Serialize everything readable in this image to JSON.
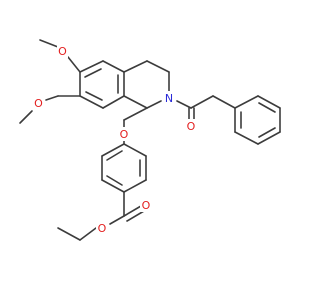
{
  "molecule": {
    "atom_labels": {
      "o_methoxy_top": "O",
      "o_methoxy_left": "O",
      "o_ether": "O",
      "o_amide": "O",
      "o_ester_carbonyl": "O",
      "o_ester_link": "O",
      "n_ring": "N"
    },
    "colors": {
      "bond": "#3c3c3c",
      "oxygen": "#e32020",
      "nitrogen": "#2a2ad8",
      "background": "#ffffff"
    }
  }
}
